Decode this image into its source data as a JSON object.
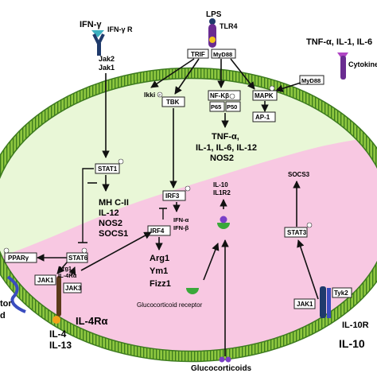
{
  "receptors": {
    "ifng": "IFN-γ",
    "ifngr": "IFN-γ R",
    "lps": "LPS",
    "tlr4": "TLR4",
    "tnf_line": "TNF-α, IL-1, IL-6",
    "cytokine": "Cytokine",
    "il4": "IL-4",
    "il13": "IL-13",
    "il4ra": "IL-4Rα",
    "il10": "IL-10",
    "il10r": "IL-10R",
    "glucocorticoids": "Glucocorticoids",
    "gc_receptor": "Glucocorticoid receptor",
    "left_cut_1": "tor",
    "left_cut_2": "d"
  },
  "boxes": {
    "jak2": "Jak2",
    "jak1_top": "Jak1",
    "trif": "TRIF",
    "myd88_tlr": "MyD88",
    "myd88_cyt": "MyD88",
    "ikki": "Ikki",
    "tbk": "TBK",
    "nfkb": "NF-Kβ",
    "p65": "P65",
    "p50": "P50",
    "mapk": "MAPK",
    "ap1": "AP-1",
    "stat1": "STAT1",
    "irf3": "IRF3",
    "irf4": "IRF4",
    "stat6": "STAT6",
    "ppary": "PPARγ",
    "jak1_left": "JAK1",
    "jak3": "JAK3",
    "stat3": "STAT3",
    "jak1_right": "JAK1",
    "tyk2": "Tyk2"
  },
  "labels": {
    "p": "P",
    "stat1_targets": [
      "MH C-II",
      "IL-12",
      "NOS2",
      "SOCS1"
    ],
    "nfkb_targets": [
      "TNF-α,",
      "IL-1, IL-6, IL-12",
      "NOS2"
    ],
    "irf3_targets": [
      "IFN-α",
      "IFN-β"
    ],
    "irf4_targets": [
      "Arg1",
      "Ym1",
      "Fizz1"
    ],
    "stat6_targets": [
      "Arg1",
      "IL-4Rα"
    ],
    "il10_targets": [
      "IL-10",
      "IL1R2"
    ],
    "socs3": "SOCS3"
  },
  "colors": {
    "membrane_green": "#8dc63f",
    "membrane_dark": "#3c7a1e",
    "m1_region": "#e9f7d7",
    "m2_region": "#f8c8e2"
  }
}
